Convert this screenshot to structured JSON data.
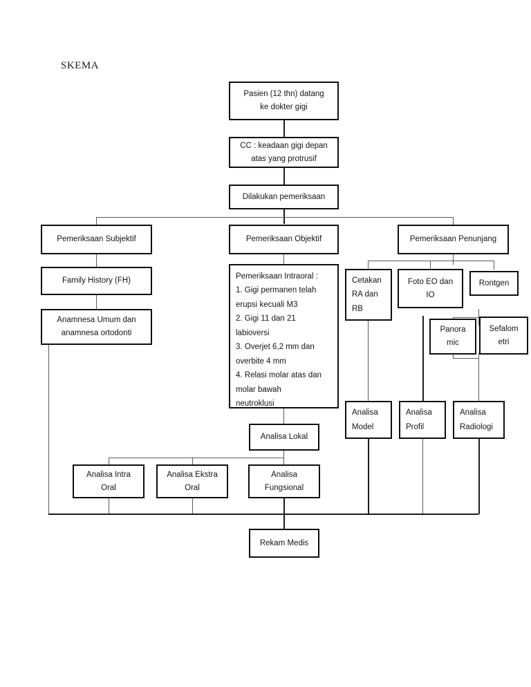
{
  "title": "SKEMA",
  "diagram": {
    "nodes": {
      "patient": "Pasien (12 thn) datang\nke dokter gigi",
      "chief_complaint": "CC : keadaan gigi depan\natas yang protrusif",
      "examination": "Dilakukan pemeriksaan",
      "subjective": "Pemeriksaan Subjektif",
      "family_history": "Family History (FH)",
      "anamnesa": "Anamnesa Umum dan\nanamnesa ortodonti",
      "objective": "Pemeriksaan Objektif",
      "intraoral": "  Pemeriksaan Intraoral :\n1. Gigi permanen telah\nerupsi kecuali M3\n2. Gigi 11 dan 21\nlabioversi\n3. Overjet  6,2 mm dan\noverbite 4 mm\n4. Relasi molar atas dan\nmolar bawah\nneutroklusi",
      "supporting": "Pemeriksaan Penunjang",
      "cetakan": "Cetakan\nRA dan\nRB",
      "foto": "Foto EO dan\nIO",
      "rontgen": "Rontgen",
      "panoramic": "Panora\nmic",
      "sefalometri": "Sefalom\netri",
      "analisa_model": "Analisa\nModel",
      "analisa_profil": "Analisa\nProfil",
      "analisa_radiologi": "Analisa\nRadiologi",
      "analisa_lokal": "Analisa Lokal",
      "analisa_intra_oral": "Analisa Intra\nOral",
      "analisa_ekstra_oral": "Analisa Ekstra\nOral",
      "analisa_fungsional": "Analisa\nFungsional",
      "rekam_medis": "Rekam Medis"
    },
    "colors": {
      "box_border": "#0d0d0d",
      "connector": "#5a5a5a",
      "text": "#141414",
      "background": "#ffffff"
    }
  }
}
